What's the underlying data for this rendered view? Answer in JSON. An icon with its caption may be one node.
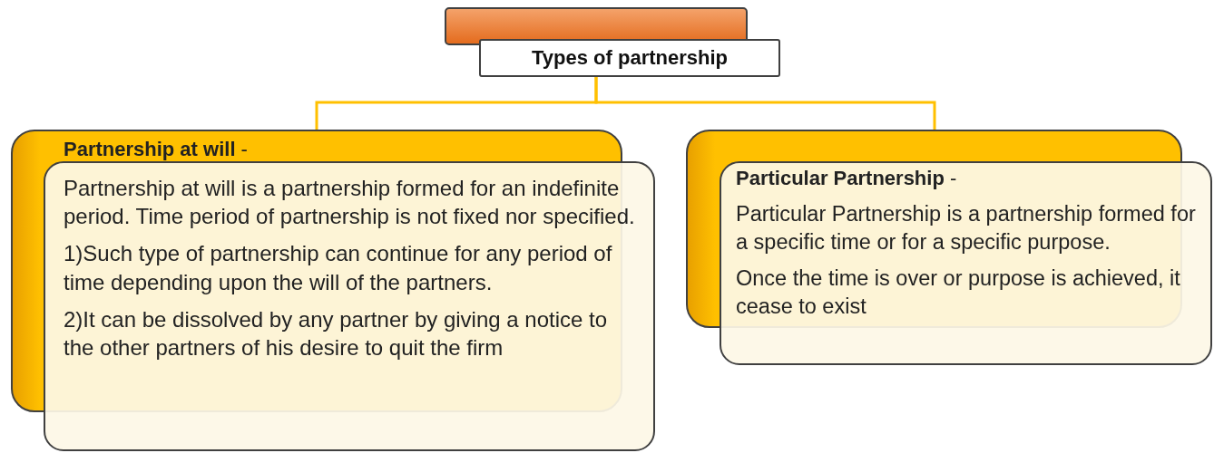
{
  "diagram": {
    "nodes": [
      {
        "text": [
          "Types of partnership"
        ]
      },
      {
        "text": [
          "**Partnership at will** -",
          "Partnership at will is a partnership formed for an indefinite period. Time period of partnership is not fixed nor specified.",
          "1)Such type of partnership can continue for any period of time depending upon the will of the partners.",
          "2)It can be dissolved by any partner by giving a notice to the other partners of his desire to quit the firm"
        ]
      },
      {
        "text": [
          "**Particular Partnership** -",
          "Particular Partnership is a partnership formed for a specific time or for a specific purpose.",
          "Once the time is over or purpose is achieved, it cease to exist"
        ]
      }
    ],
    "edges": [
      {
        "from": 0,
        "to": 1,
        "arrow": "none"
      },
      {
        "from": 0,
        "to": 2,
        "arrow": "none"
      }
    ]
  }
}
